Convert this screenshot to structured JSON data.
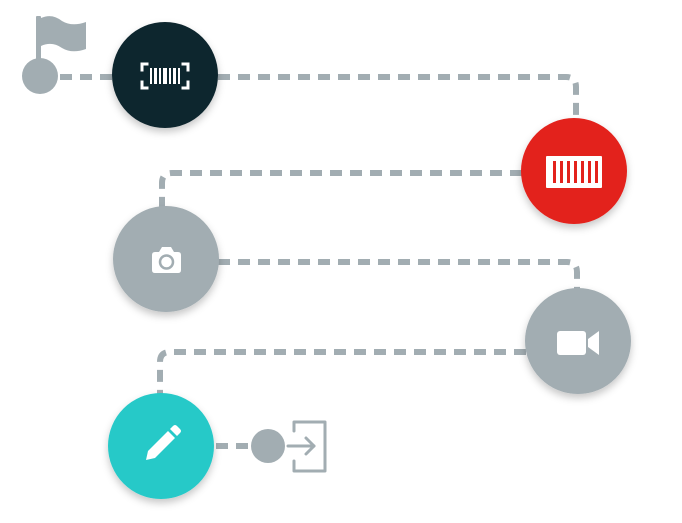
{
  "colors": {
    "connector": "#a2adb2",
    "start_end": "#a2adb2",
    "flag": "#a2adb2",
    "icon_fg": "#ffffff"
  },
  "flow": {
    "start": {
      "name": "start-dot",
      "icon": "flag-icon"
    },
    "steps": [
      {
        "name": "scan-barcode",
        "icon": "barcode-scan-icon",
        "color": "#10262f"
      },
      {
        "name": "container",
        "icon": "shipping-container-icon",
        "color": "#e3201c"
      },
      {
        "name": "take-photo",
        "icon": "camera-icon",
        "color": "#a2adb2"
      },
      {
        "name": "record-video",
        "icon": "video-camera-icon",
        "color": "#a2adb2"
      },
      {
        "name": "sign",
        "icon": "pencil-icon",
        "color": "#27c9c8"
      }
    ],
    "end": {
      "name": "end-dot",
      "icon": "exit-icon"
    }
  }
}
